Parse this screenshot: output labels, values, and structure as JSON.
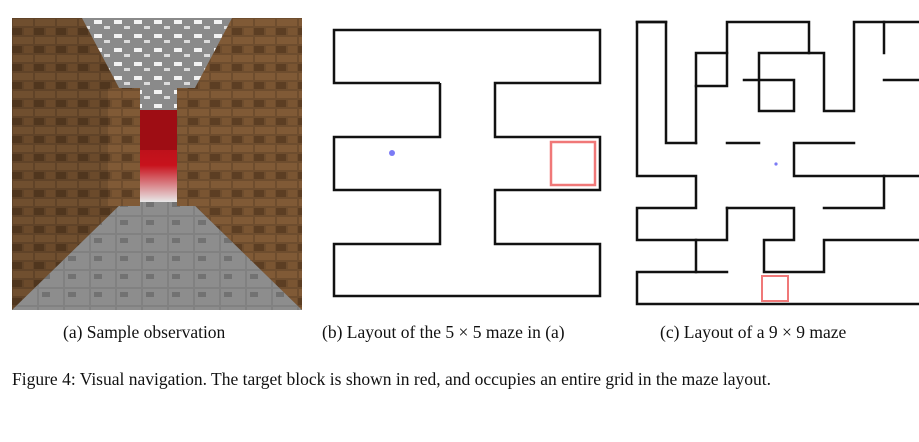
{
  "panels": {
    "a": {
      "caption": "(a) Sample observation"
    },
    "b": {
      "caption": "(b) Layout of the 5 × 5 maze in (a)"
    },
    "c": {
      "caption": "(c) Layout of a 9 × 9 maze"
    }
  },
  "figure_caption": "Figure 4: Visual navigation. The target block is shown in red, and occupies an entire grid in the maze layout.",
  "colors": {
    "target": "#f07878",
    "agent": "#7b7bf5",
    "wall_stone": "#6b4a2c",
    "floor": "#8f8f8f",
    "red_block": "#b3121a"
  }
}
